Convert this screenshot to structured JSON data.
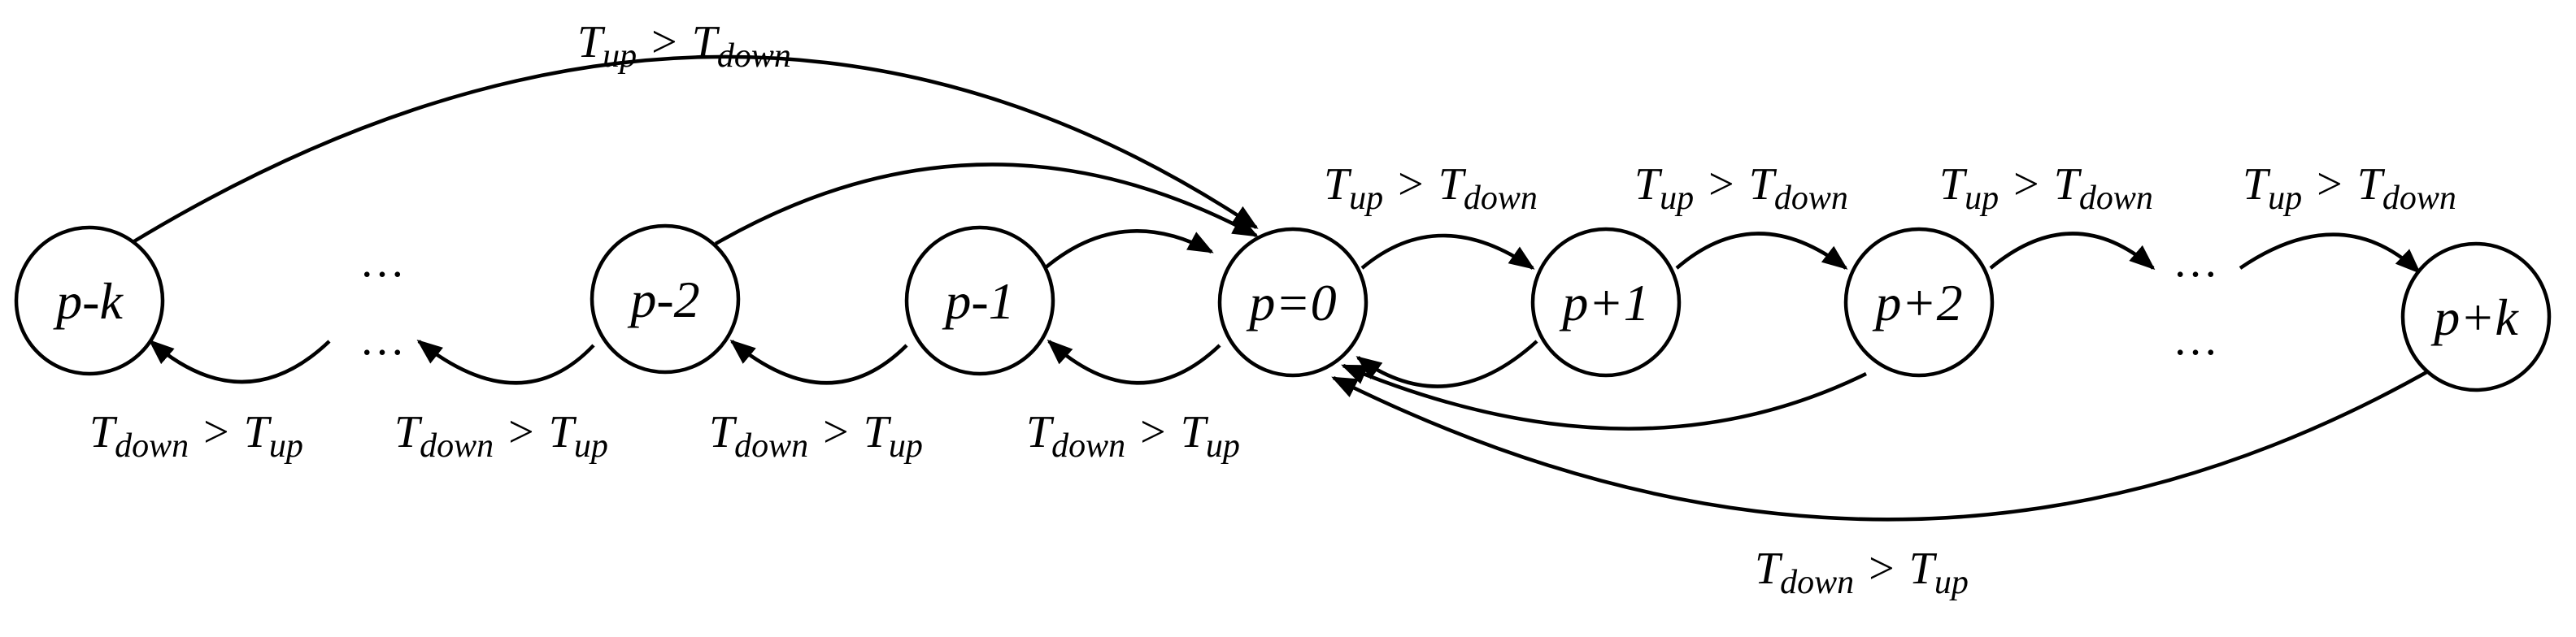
{
  "nodes": [
    {
      "id": "pmk",
      "label": "p-k"
    },
    {
      "id": "pm2",
      "label": "p-2"
    },
    {
      "id": "pm1",
      "label": "p-1"
    },
    {
      "id": "p0",
      "label": "p=0"
    },
    {
      "id": "pp1",
      "label": "p+1"
    },
    {
      "id": "pp2",
      "label": "p+2"
    },
    {
      "id": "ppk",
      "label": "p+k"
    }
  ],
  "ellipses": [
    "…",
    "…",
    "…",
    "…"
  ],
  "edge_labels": {
    "top_long": {
      "a": "T",
      "a_sub": "up",
      "op": ">",
      "b": "T",
      "b_sub": "down"
    },
    "top_1": {
      "a": "T",
      "a_sub": "up",
      "op": ">",
      "b": "T",
      "b_sub": "down"
    },
    "top_2": {
      "a": "T",
      "a_sub": "up",
      "op": ">",
      "b": "T",
      "b_sub": "down"
    },
    "top_3": {
      "a": "T",
      "a_sub": "up",
      "op": ">",
      "b": "T",
      "b_sub": "down"
    },
    "top_4": {
      "a": "T",
      "a_sub": "up",
      "op": ">",
      "b": "T",
      "b_sub": "down"
    },
    "bot_1": {
      "a": "T",
      "a_sub": "down",
      "op": ">",
      "b": "T",
      "b_sub": "up"
    },
    "bot_2": {
      "a": "T",
      "a_sub": "down",
      "op": ">",
      "b": "T",
      "b_sub": "up"
    },
    "bot_3": {
      "a": "T",
      "a_sub": "down",
      "op": ">",
      "b": "T",
      "b_sub": "up"
    },
    "bot_4": {
      "a": "T",
      "a_sub": "down",
      "op": ">",
      "b": "T",
      "b_sub": "up"
    },
    "bot_long": {
      "a": "T",
      "a_sub": "down",
      "op": ">",
      "b": "T",
      "b_sub": "up"
    }
  }
}
